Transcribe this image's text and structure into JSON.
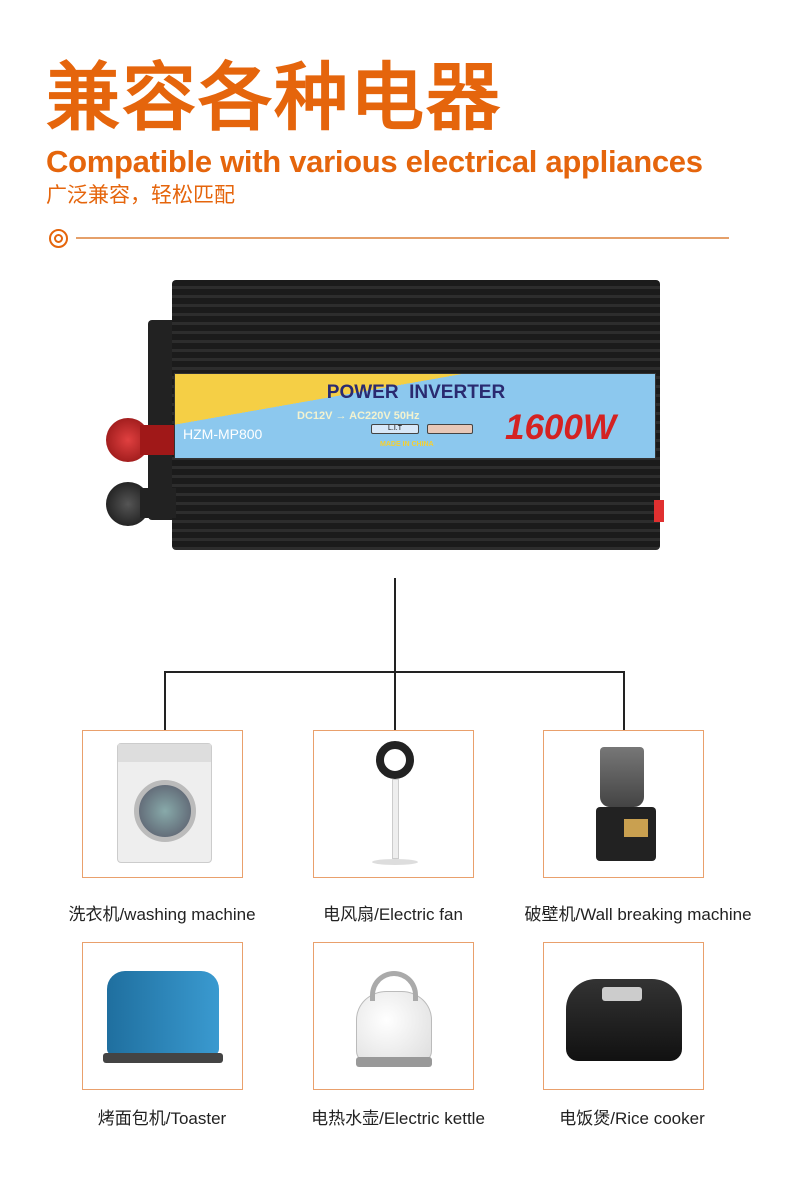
{
  "header": {
    "title": "兼容各种电器",
    "subtitle_en": "Compatible with various electrical appliances",
    "subtitle_cn": "广泛兼容，轻松匹配"
  },
  "product": {
    "label_title": "POWER  INVERTER",
    "spec": "DC12V → AC220V 50Hz",
    "model": "HZM-MP800",
    "wattage": "1600W",
    "origin": "MADE IN CHINA",
    "badge": "L.I.T"
  },
  "appliances": [
    {
      "label": "洗衣机/washing machine",
      "icon": "washing-machine-icon"
    },
    {
      "label": "电风扇/Electric fan",
      "icon": "fan-icon"
    },
    {
      "label": "破壁机/Wall breaking machine",
      "icon": "blender-icon"
    },
    {
      "label": "烤面包机/Toaster",
      "icon": "toaster-icon"
    },
    {
      "label": "电热水壶/Electric kettle",
      "icon": "kettle-icon"
    },
    {
      "label": "电饭煲/Rice cooker",
      "icon": "rice-cooker-icon"
    }
  ],
  "colors": {
    "accent": "#e5650c",
    "border": "#e9a06c"
  }
}
